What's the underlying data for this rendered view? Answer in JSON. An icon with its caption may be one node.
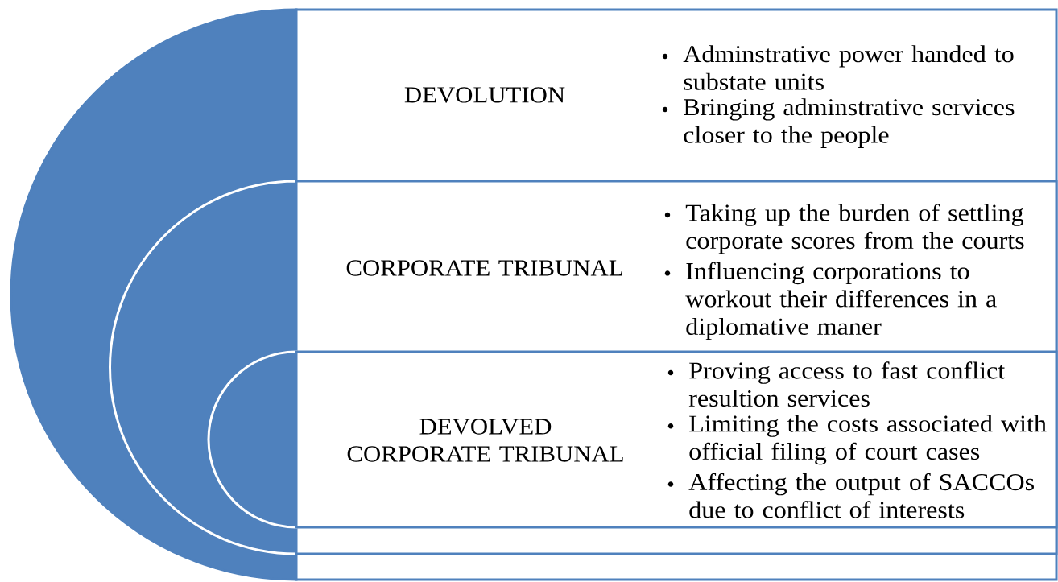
{
  "diagram": {
    "nodes": [
      {
        "text": [
          "DEVOLUTION",
          "Adminstrative power handed to substate units",
          "Bringing adminstrative services closer to the people"
        ]
      },
      {
        "text": [
          "CORPORATE TRIBUNAL",
          "Taking up the burden of settling corporate scores from the courts",
          "Influencing corporations to workout their differences in a diplomative maner"
        ],
        "in": 0
      },
      {
        "text": [
          "DEVOLVED CORPORATE TRIBUNAL",
          "Proving access to fast conflict resultion services",
          "Limiting the costs associated with official filing of court cases",
          "Affecting the output of SACCOs due to conflict of interests"
        ],
        "in": 1
      }
    ]
  }
}
